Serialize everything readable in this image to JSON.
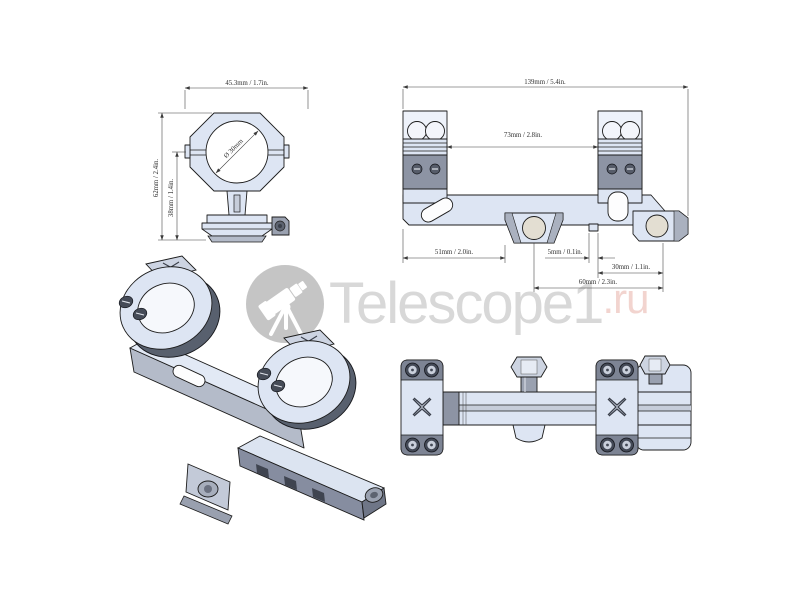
{
  "page": {
    "background": "#ffffff"
  },
  "watermark": {
    "brand": "Telescope1",
    "tld": ".ru",
    "icon": "telescope-icon",
    "badge_color": "#c5c5c5",
    "brand_color": "#d8d8d8",
    "tld_color": "#f2d4cf"
  },
  "views": {
    "front": {
      "label": "front-view",
      "dims": {
        "width": "45.3mm / 1.7in.",
        "overall_height": "62mm / 2.4in.",
        "lower_height": "38mm / 1.4in.",
        "bore_diameter": "Ø 30mm"
      }
    },
    "side": {
      "label": "side-view",
      "dims": {
        "overall_length": "139mm / 5.4in.",
        "ring_spacing": "73mm / 2.8in.",
        "left_section": "51mm / 2.0in.",
        "recoil_lug": "5mm / 0.1in.",
        "right_section": "30mm / 1.1in.",
        "clamp_span": "60mm / 2.3in."
      }
    },
    "iso": {
      "label": "isometric-view"
    },
    "top": {
      "label": "top-view"
    }
  }
}
